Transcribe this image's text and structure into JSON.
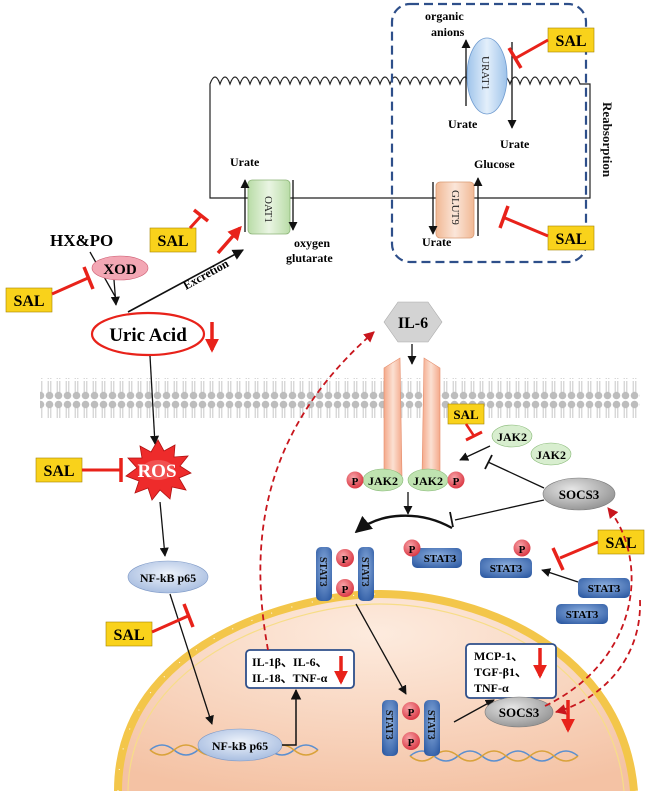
{
  "inhibitor": "SAL",
  "kidney": {
    "oat1": "OAT1",
    "urat1": "URAT1",
    "glut9": "GLUT9",
    "urate_oat1": "Urate",
    "oxygen": "oxygen",
    "glutarate": "glutarate",
    "organic": "organic",
    "anions": "anions",
    "urate_urat1_out": "Urate",
    "urate_urat1_in": "Urate",
    "glucose": "Glucose",
    "urate_glut9": "Urate",
    "excretion": "Excretion",
    "reabsorption": "Reabsorption"
  },
  "metabolism": {
    "hxpo": "HX&PO",
    "xod": "XOD",
    "uric_acid": "Uric Acid",
    "ros": "ROS",
    "nfkb_cyto": "NF-kB p65",
    "nfkb_nuc": "NF-kB p65"
  },
  "signaling": {
    "il6": "IL-6",
    "jak2_a": "JAK2",
    "jak2_b": "JAK2",
    "jak2_free1": "JAK2",
    "jak2_free2": "JAK2",
    "p": "P",
    "stat3": "STAT3",
    "socs3": "SOCS3",
    "socs3_nuc": "SOCS3"
  },
  "nucleus": {
    "cytokines_line1": "IL-1β、IL-6、",
    "cytokines_line2": "IL-18、TNF-α",
    "genes_line1": "MCP-1、",
    "genes_line2": "TGF-β1、",
    "genes_line3": "TNF-α"
  },
  "colors": {
    "sal_fill": "#f9d21b",
    "inhibit": "#e8221a",
    "dash_box": "#2e4f8a",
    "stat3": "#3f6fb8",
    "phospho": "#e84b56",
    "jak2": "#bfe3b0",
    "socs3": "#a9a9a9",
    "nucleus": "#f7d0b8",
    "nucleus_rim": "#f3c64a"
  }
}
